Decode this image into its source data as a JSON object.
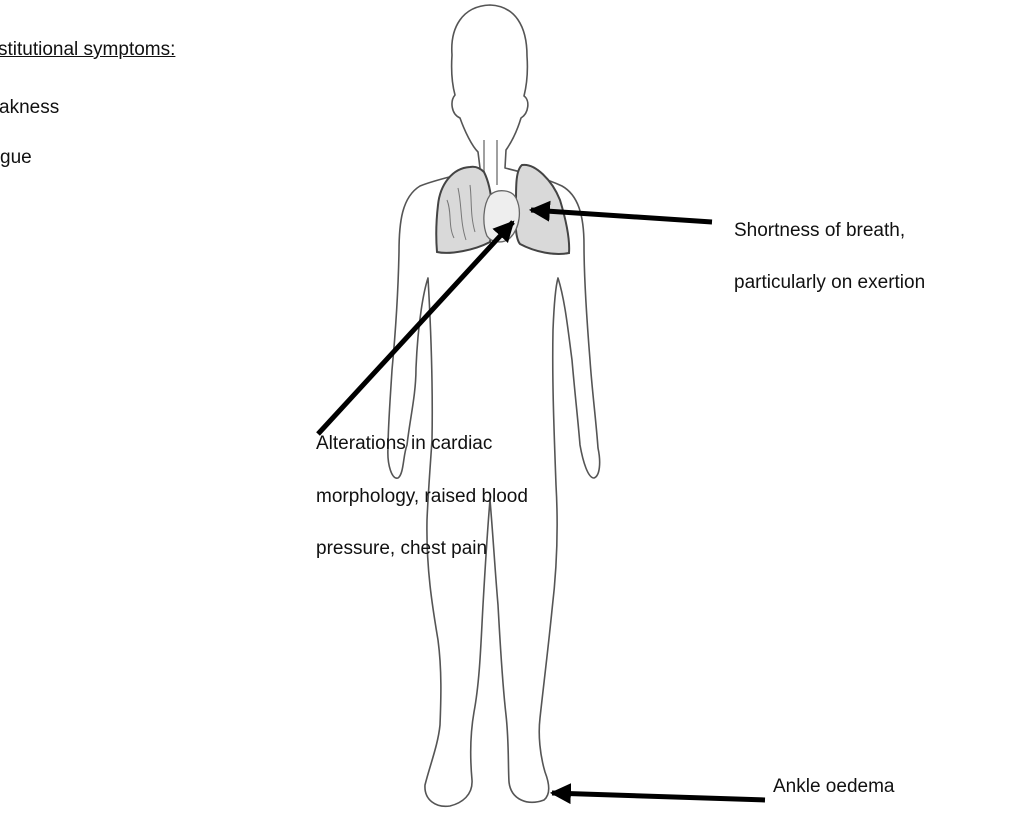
{
  "constitutional": {
    "heading": "stitutional symptoms:",
    "items": [
      "akness",
      "gue"
    ]
  },
  "callouts": {
    "breath": {
      "line1": "Shortness of breath,",
      "line2": "particularly on exertion"
    },
    "cardiac": {
      "line1": "Alterations in cardiac",
      "line2": "morphology, raised blood",
      "line3": "pressure, chest pain"
    },
    "ankle": {
      "line1": "Ankle oedema"
    }
  },
  "colors": {
    "outline": "#555555",
    "lung_fill": "#d9d9d9",
    "arrow": "#000000"
  }
}
